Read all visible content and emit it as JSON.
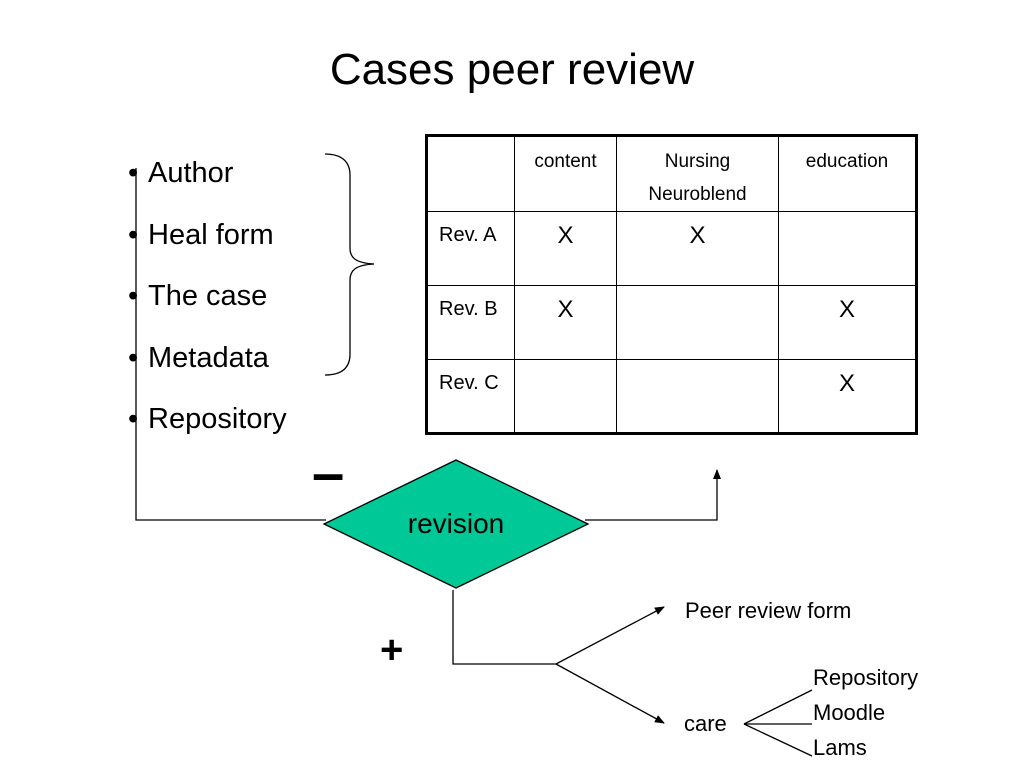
{
  "title": "Cases peer review",
  "bullets": [
    "Author",
    "Heal form",
    "The case",
    "Metadata",
    "Repository"
  ],
  "bullet_char": "•",
  "table": {
    "headers": [
      "",
      "content",
      "Nursing Neuroblend",
      "education"
    ],
    "rows": [
      {
        "label": "Rev. A",
        "cells": [
          "X",
          "X",
          ""
        ]
      },
      {
        "label": "Rev. B",
        "cells": [
          "X",
          "",
          "X"
        ]
      },
      {
        "label": "Rev. C",
        "cells": [
          "",
          "",
          "X"
        ]
      }
    ]
  },
  "flow": {
    "decision_label": "revision",
    "decision_color": "#00c896",
    "minus_label": "–",
    "plus_label": "+",
    "peer_review_form": "Peer review form",
    "care": "care",
    "care_items": [
      "Repository",
      "Moodle",
      "Lams"
    ]
  }
}
